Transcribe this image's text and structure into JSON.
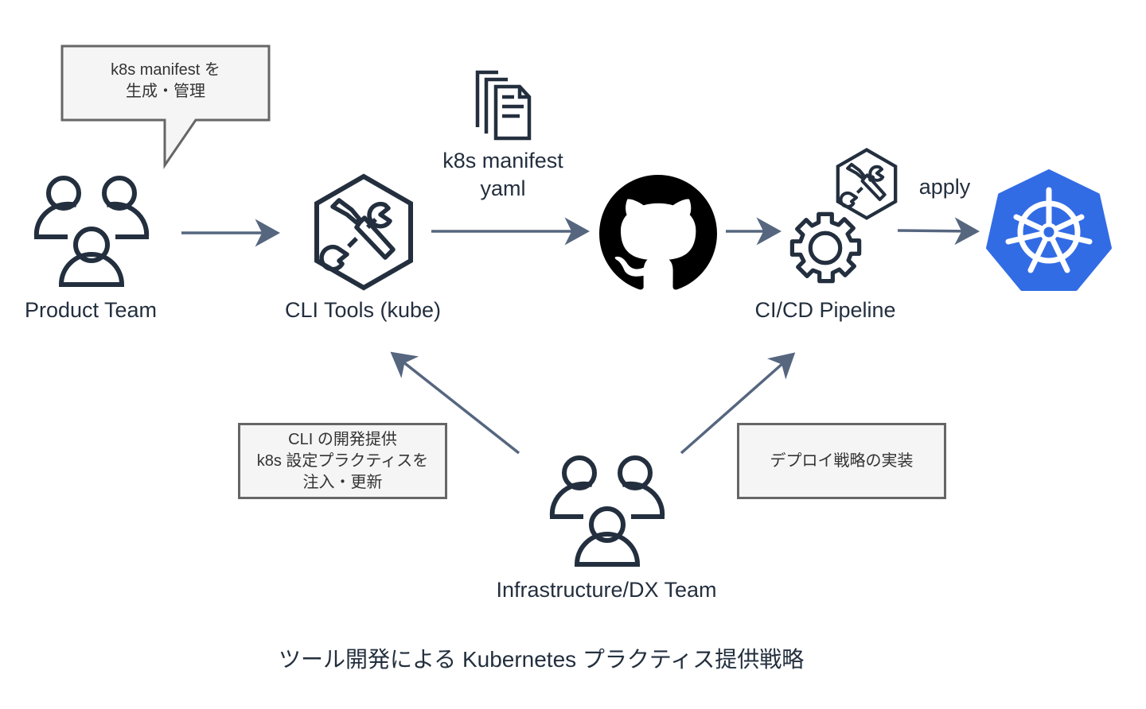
{
  "title": "ツール開発による Kubernetes プラクティス提供戦略",
  "colors": {
    "icon_stroke": "#232f3e",
    "arrow": "#56667f",
    "note_fill": "#f5f5f5",
    "note_border": "#666666",
    "kubernetes_blue": "#326ce5",
    "github_black": "#000000"
  },
  "nodes": {
    "product_team": {
      "label": "Product Team",
      "icon": "users-group-icon"
    },
    "cli_tools": {
      "label": "CLI Tools (kube)",
      "icon": "tools-hexagon-icon"
    },
    "manifest": {
      "label_line1": "k8s manifest",
      "label_line2": "yaml",
      "icon": "documents-icon"
    },
    "github": {
      "icon": "github-octocat-icon"
    },
    "cicd": {
      "label": "CI/CD Pipeline",
      "icon": "gear-icon",
      "badge_icon": "tools-hexagon-icon"
    },
    "kubernetes": {
      "icon": "kubernetes-helm-icon",
      "edge_label": "apply"
    },
    "infra_team": {
      "label": "Infrastructure/DX Team",
      "icon": "users-group-icon"
    }
  },
  "notes": {
    "product_callout": [
      "k8s manifest を",
      "生成・管理"
    ],
    "cli_note": [
      "CLI の開発提供",
      "k8s 設定プラクティスを",
      "注入・更新"
    ],
    "deploy_note": [
      "デプロイ戦略の実装"
    ]
  },
  "edges": [
    {
      "from": "product_team",
      "to": "cli_tools"
    },
    {
      "from": "cli_tools",
      "to": "github"
    },
    {
      "from": "github",
      "to": "cicd"
    },
    {
      "from": "cicd",
      "to": "kubernetes",
      "label": "apply"
    },
    {
      "from": "infra_team",
      "to": "cli_tools"
    },
    {
      "from": "infra_team",
      "to": "cicd"
    }
  ]
}
